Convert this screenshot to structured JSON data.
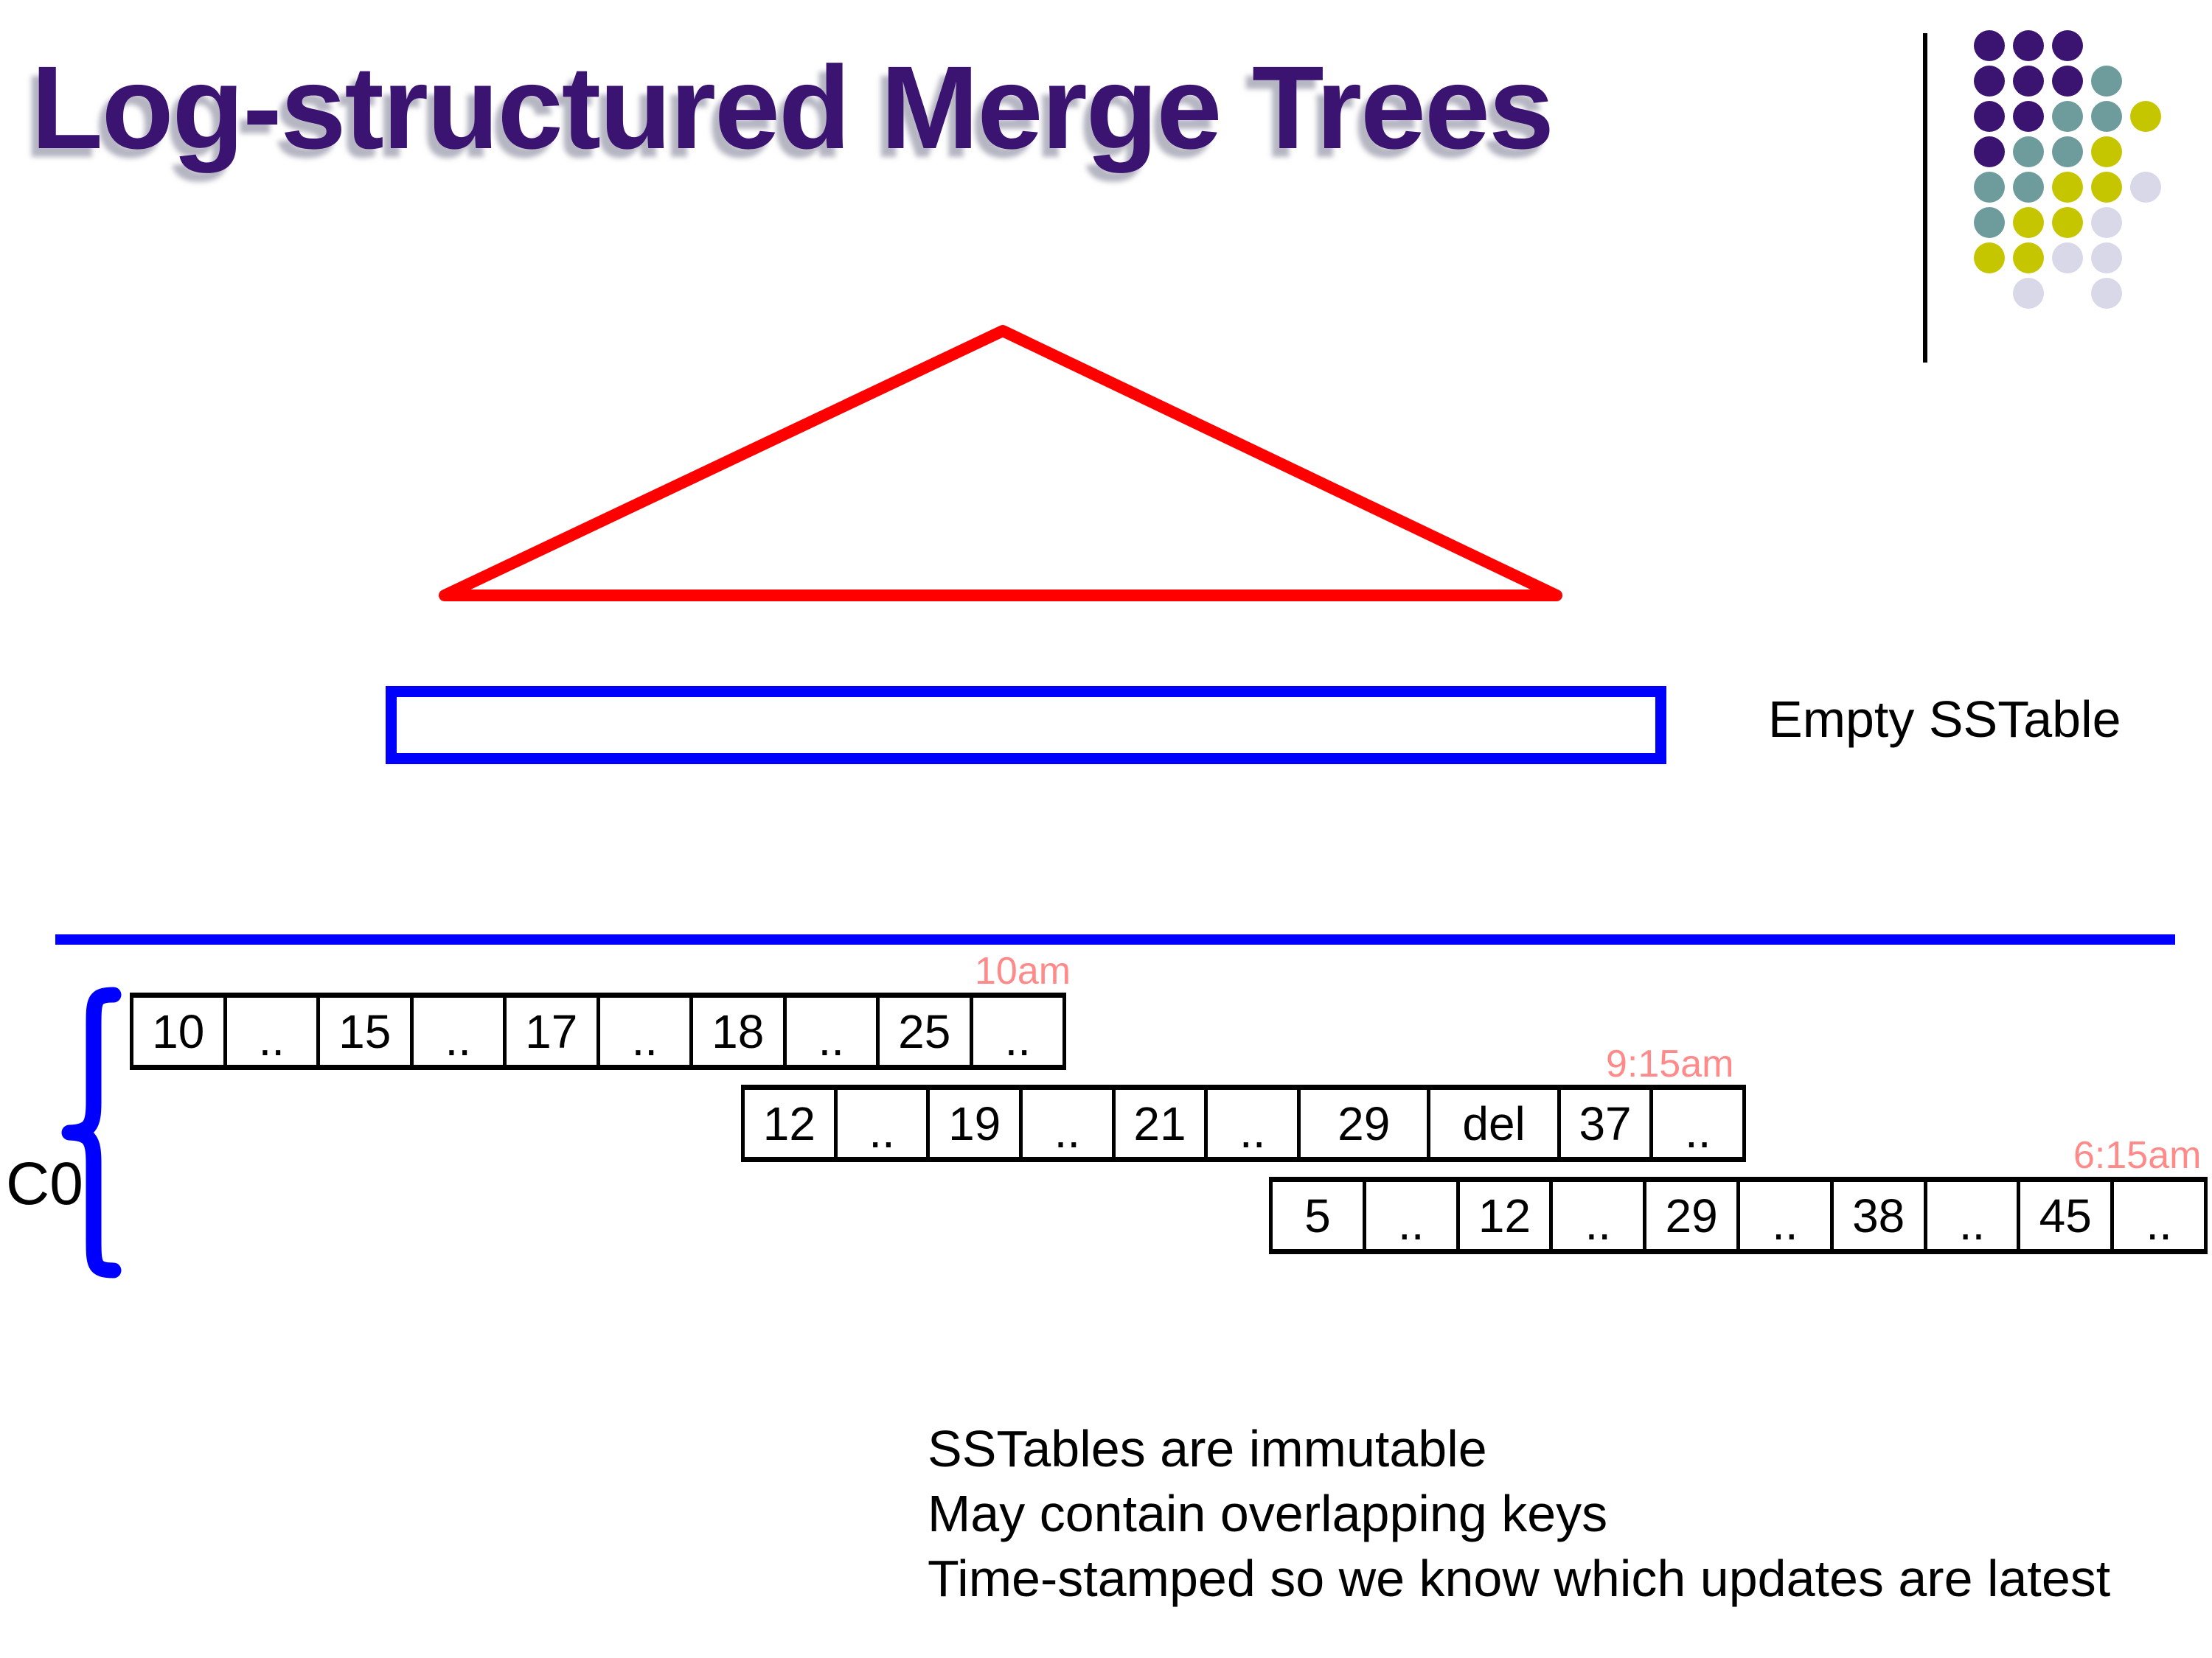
{
  "slide": {
    "title": "Log-structured Merge Trees"
  },
  "colors": {
    "title_purple": "#3A1470",
    "memtable_red": "#FF0000",
    "shape_blue": "#0000FF",
    "timestamp_pink": "#FF8A8A",
    "border_black": "#000000"
  },
  "empty_sstable": {
    "label": "Empty SSTable"
  },
  "level": {
    "label": "C0"
  },
  "sstables": [
    {
      "timestamp": "10am",
      "cells": [
        "10",
        "..",
        "15",
        "..",
        "17",
        "..",
        "18",
        "..",
        "25",
        ".."
      ]
    },
    {
      "timestamp": "9:15am",
      "cells": [
        "12",
        "..",
        "19",
        "..",
        "21",
        "..",
        "29",
        "del",
        "37",
        ".."
      ]
    },
    {
      "timestamp": "6:15am",
      "cells": [
        "5",
        "..",
        "12",
        "..",
        "29",
        "..",
        "38",
        "..",
        "45",
        ".."
      ]
    }
  ],
  "notes": [
    "SSTables are immutable",
    "May contain overlapping keys",
    "Time-stamped so we know which updates are latest"
  ],
  "logo_dots": {
    "pattern": [
      "PPP..",
      "PPPT.",
      "PPTTY",
      "PTTY.",
      "TTYYL",
      "TYYL.",
      "YYLL.",
      ".L.L."
    ],
    "palette": {
      "P": "#3A1470",
      "T": "#6E9C9C",
      "Y": "#C6C600",
      "L": "#D8D8E8"
    }
  }
}
